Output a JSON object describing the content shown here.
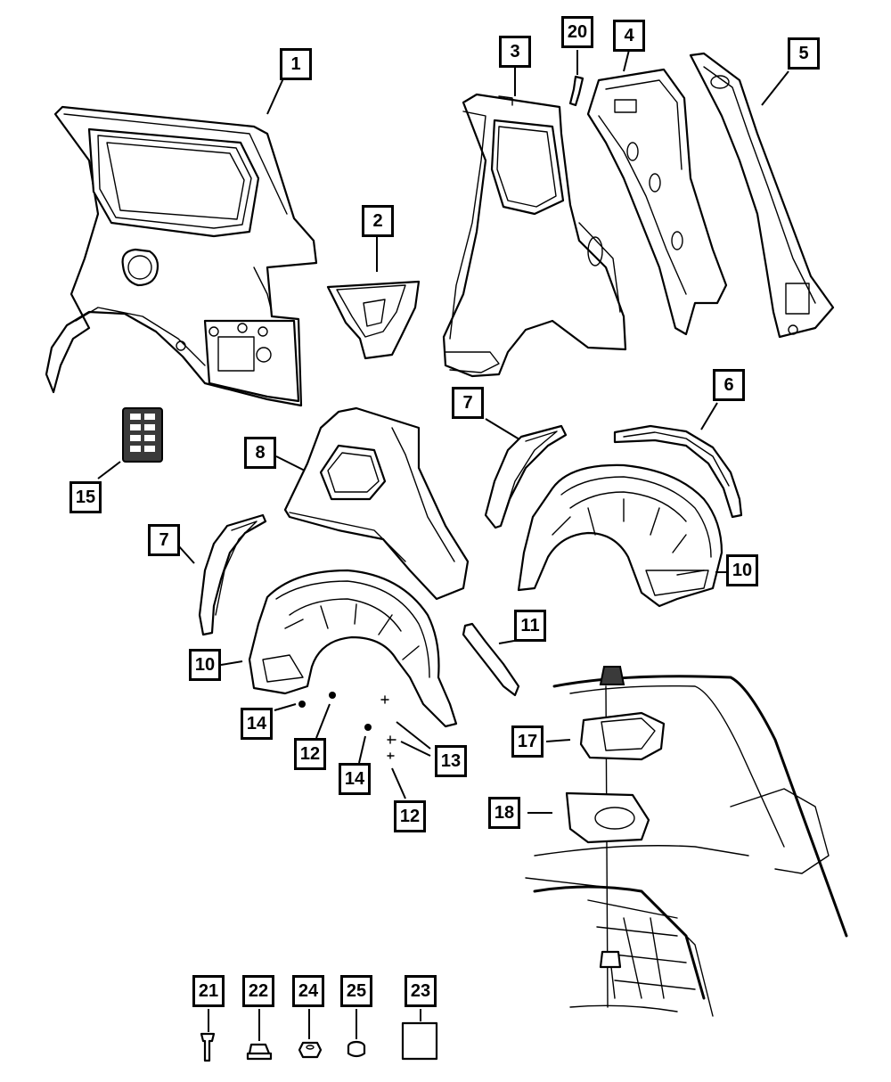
{
  "diagram": {
    "callouts": [
      {
        "id": "c1",
        "label": "1"
      },
      {
        "id": "c2",
        "label": "2"
      },
      {
        "id": "c3",
        "label": "3"
      },
      {
        "id": "c20",
        "label": "20"
      },
      {
        "id": "c4",
        "label": "4"
      },
      {
        "id": "c5",
        "label": "5"
      },
      {
        "id": "c6",
        "label": "6"
      },
      {
        "id": "c7a",
        "label": "7"
      },
      {
        "id": "c8",
        "label": "8"
      },
      {
        "id": "c15",
        "label": "15"
      },
      {
        "id": "c7b",
        "label": "7"
      },
      {
        "id": "c10a",
        "label": "10"
      },
      {
        "id": "c10b",
        "label": "10"
      },
      {
        "id": "c11",
        "label": "11"
      },
      {
        "id": "c14a",
        "label": "14"
      },
      {
        "id": "c12a",
        "label": "12"
      },
      {
        "id": "c13",
        "label": "13"
      },
      {
        "id": "c14b",
        "label": "14"
      },
      {
        "id": "c12b",
        "label": "12"
      },
      {
        "id": "c17",
        "label": "17"
      },
      {
        "id": "c18",
        "label": "18"
      },
      {
        "id": "c21",
        "label": "21"
      },
      {
        "id": "c22",
        "label": "22"
      },
      {
        "id": "c24",
        "label": "24"
      },
      {
        "id": "c25",
        "label": "25"
      },
      {
        "id": "c23",
        "label": "23"
      }
    ]
  }
}
